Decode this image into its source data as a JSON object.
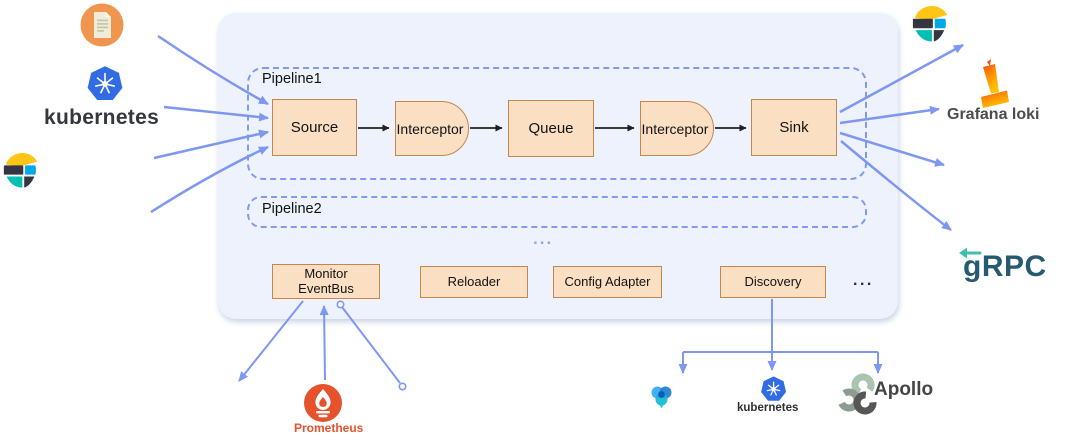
{
  "colors": {
    "panel_bg": "#EDF2FD",
    "dashed_border": "#7E9BF1",
    "node_fill": "#FBDFC2",
    "node_border": "#C5854F",
    "arrow_blue": "#7D97F3",
    "arrow_black": "#1F1F1F",
    "prometheus_red": "#E6522C",
    "grpc_teal": "#265A70",
    "kubernetes_blue": "#326CE5",
    "loki_orange": "#FF8A00",
    "elastic_yellow": "#FEC514",
    "elastic_teal": "#00BFB3"
  },
  "pipeline1": {
    "label": "Pipeline1",
    "nodes": {
      "source": "Source",
      "interceptor1": "Interceptor",
      "queue": "Queue",
      "interceptor2": "Interceptor",
      "sink": "Sink"
    }
  },
  "pipeline2": {
    "label": "Pipeline2"
  },
  "ellipsis": {
    "pipelines": "...",
    "components": "..."
  },
  "components": {
    "monitor": {
      "line1": "Monitor",
      "line2": "EventBus"
    },
    "reloader": "Reloader",
    "config_adapter": "Config Adapter",
    "discovery": "Discovery"
  },
  "logos": {
    "kubernetes": "kubernetes",
    "grafana_loki": "Grafana loki",
    "grpc": "gRPC",
    "prometheus": "Prometheus",
    "kubernetes_small": "kubernetes",
    "apollo": "Apollo"
  },
  "icons": {
    "log_file": "log-file-icon",
    "kubernetes": "kubernetes-icon",
    "elasticsearch": "elasticsearch-icon",
    "grafana_loki": "grafana-loki-icon",
    "grpc_arrow": "grpc-arrow-icon",
    "prometheus": "prometheus-icon",
    "blue_service": "blue-service-icon",
    "apollo": "apollo-icon"
  }
}
